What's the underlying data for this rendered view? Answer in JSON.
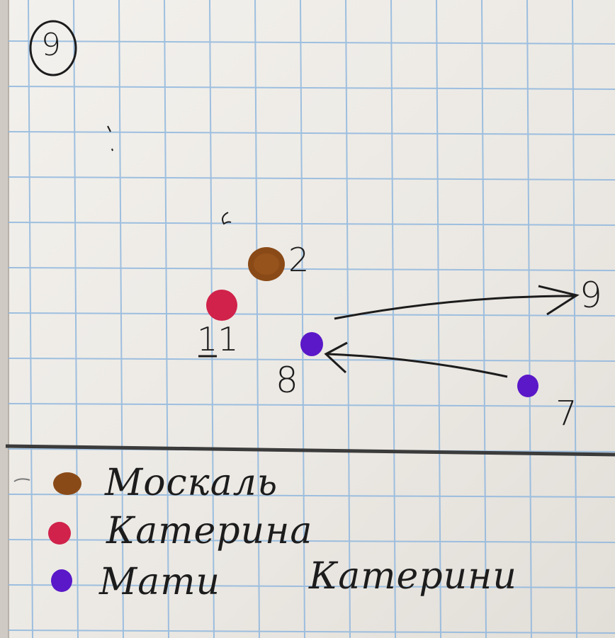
{
  "page_number": "9",
  "colors": {
    "moskal": "#8a4a17",
    "kateryna": "#d0224a",
    "child": "#5a18c8",
    "ink": "#1d1c1c",
    "grid": "#8fb7de"
  },
  "markers": {
    "moskal": "2",
    "kateryna": "11",
    "child_start": "7",
    "child_mid": "8",
    "child_end": "9"
  },
  "legend": {
    "moskal": "Москаль",
    "kateryna": "Катерина",
    "child_word1": "Мати",
    "child_word2": "Катерини"
  }
}
